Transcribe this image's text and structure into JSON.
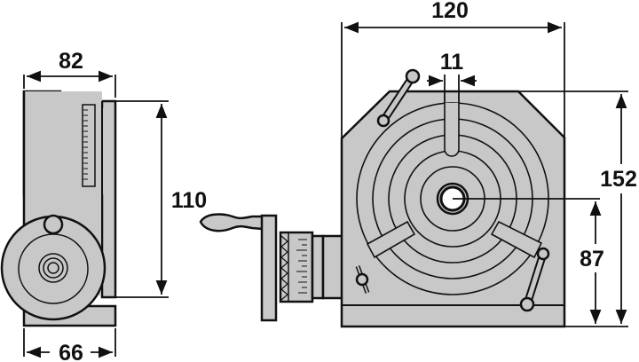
{
  "diagram": {
    "type": "technical-drawing",
    "subject": "Rotary table - side and front views with dimensions",
    "fill_color": "#c8c8c8",
    "line_color": "#111111"
  },
  "dimensions": {
    "side_top_width": "82",
    "side_height": "110",
    "side_base_width": "66",
    "front_width": "120",
    "slot_width": "11",
    "front_height": "152",
    "center_height": "87"
  }
}
